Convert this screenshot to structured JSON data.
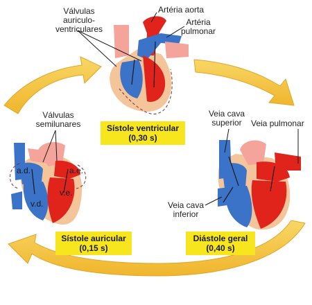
{
  "colors": {
    "cycle_arrow": "#f3c03a",
    "cycle_arrow_edge": "#e0a52a",
    "phase_box": "#f7e51e",
    "oxygenated": "#e0241c",
    "deoxygenated": "#3a73c8",
    "tissue": "#f4c49a",
    "vessel_light": "#f4a49a"
  },
  "phases": {
    "ventricular_systole": {
      "name": "Sístole ventricular",
      "time": "(0,30 s)"
    },
    "atrial_systole": {
      "name": "Sístole auricular",
      "time": "(0,15 s)"
    },
    "general_diastole": {
      "name": "Diástole geral",
      "time": "(0,40 s)"
    }
  },
  "labels": {
    "aorta": "Artéria aorta",
    "pulmonary_artery": [
      "Artéria",
      "pulmonar"
    ],
    "av_valves": [
      "Válvulas",
      "auriculo-",
      "ventriculares"
    ],
    "semilunar_valves": [
      "Válvulas",
      "semilunares"
    ],
    "superior_vena_cava": [
      "Veia cava",
      "superior"
    ],
    "pulmonary_vein": "Veia pulmonar",
    "inferior_vena_cava": [
      "Veia cava",
      "inferior"
    ],
    "right_atrium": "a.d.",
    "left_atrium": "a.e.",
    "right_ventricle": "v.d.",
    "left_ventricle": "v.e."
  }
}
